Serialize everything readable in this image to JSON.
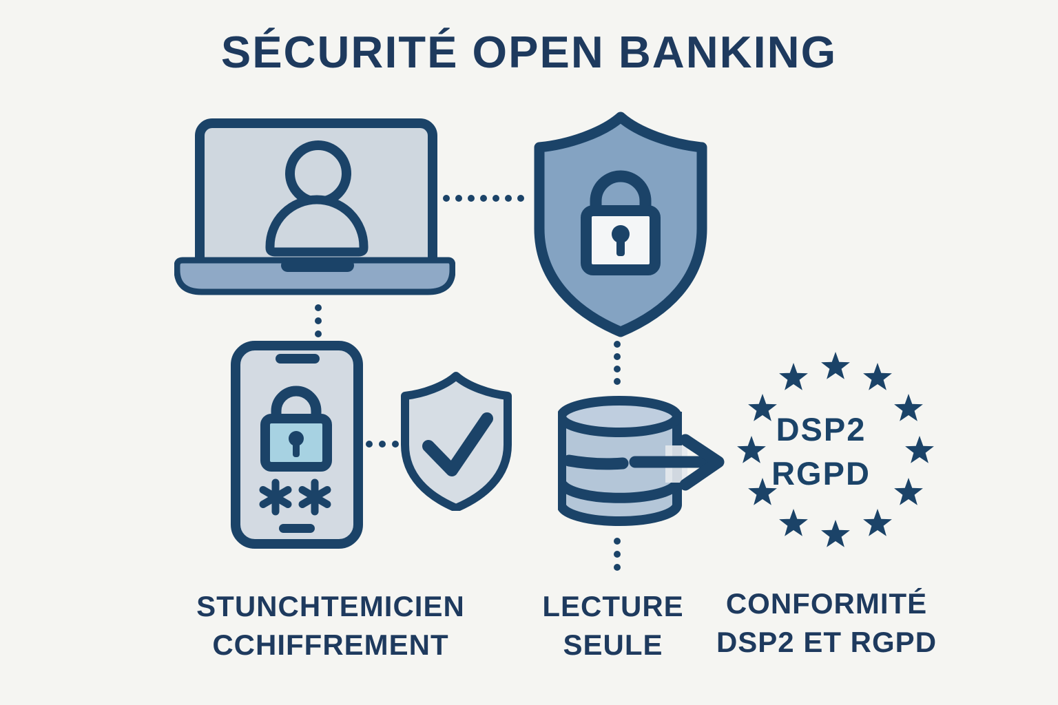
{
  "title": "SÉCURITÉ OPEN BANKING",
  "colors": {
    "background": "#f5f5f2",
    "navy": "#1b4368",
    "text": "#1e3a5e",
    "screen_fill": "#cfd7df",
    "laptop_base": "#8fa9c6",
    "shield_fill": "#84a3c2",
    "lock_face": "#f4f6f7",
    "phone_fill": "#d3dae2",
    "phone_lock_fill": "#a7d2e2",
    "check_shield_fill": "#d6dde4",
    "db_fill": "#b4c6d8",
    "db_top_fill": "#bfcedf"
  },
  "badge": {
    "line1": "DSP2",
    "line2": "RGPD"
  },
  "labels": [
    {
      "line1": "STUNCHTEMICIEN",
      "line2": "CCHIFFREMENT"
    },
    {
      "line1": "LECTURE",
      "line2": "SEULE"
    },
    {
      "line1": "CONFORMITÉ",
      "line2": "DSP2 ET RGPD"
    }
  ]
}
